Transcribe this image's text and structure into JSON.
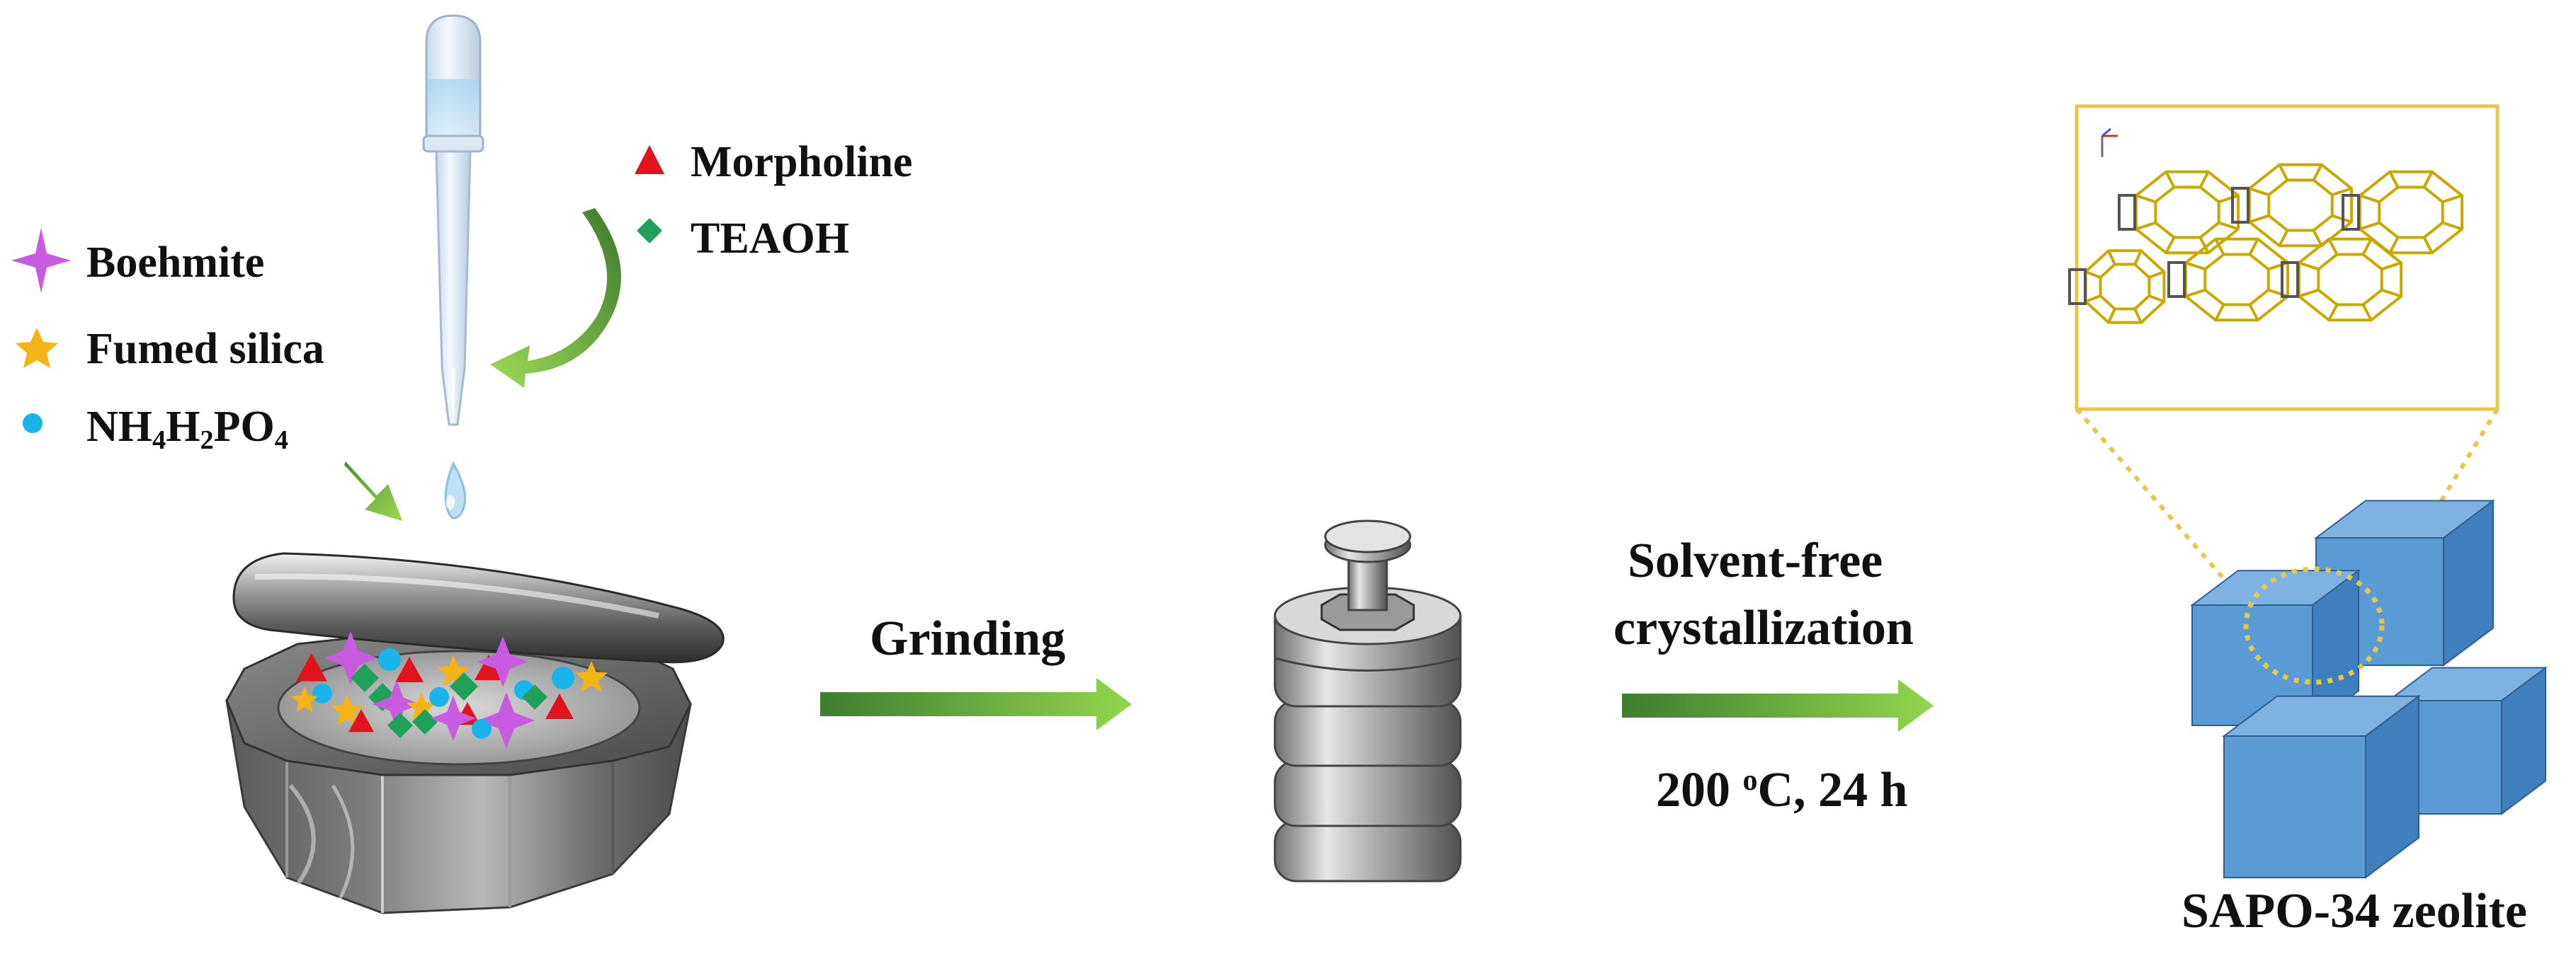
{
  "legend_left": {
    "boehmite": {
      "label": "Boehmite",
      "color": "#c95be0",
      "marker": "four-point-star"
    },
    "fumed_silica": {
      "label": "Fumed silica",
      "color": "#f5b416",
      "marker": "five-point-star"
    },
    "nh4h2po4": {
      "parts": [
        {
          "text": "NH",
          "sub": "4"
        },
        {
          "text": "H",
          "sub": "2"
        },
        {
          "text": "PO",
          "sub": "4"
        }
      ],
      "color": "#1ab4ec",
      "marker": "circle"
    }
  },
  "legend_right": {
    "morpholine": {
      "label": "Morpholine",
      "color": "#e0141b",
      "marker": "triangle"
    },
    "teaoh": {
      "label": "TEAOH",
      "color": "#21a05a",
      "marker": "diamond"
    }
  },
  "steps": {
    "grinding": "Grinding",
    "solvent_free_line1": "Solvent-free",
    "solvent_free_line2": "crystallization",
    "conditions": {
      "temp": "200",
      "unit_sup": "o",
      "unit": "C, 24 h"
    },
    "product": "SAPO-34 zeolite"
  },
  "colors": {
    "arrow_light": "#8ed14a",
    "arrow_dark": "#3c7a2e",
    "cube_front": "#5b9bd5",
    "cube_top": "#7fb2e2",
    "cube_side": "#3f7fbd",
    "zoom_outline": "#e5c84a",
    "framework": "#c9a800"
  }
}
